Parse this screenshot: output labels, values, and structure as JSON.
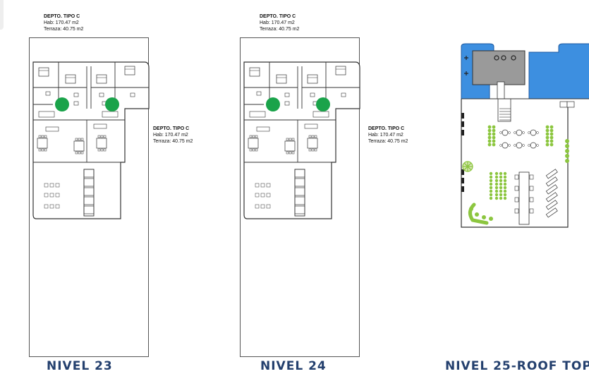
{
  "levels": [
    {
      "title": "NIVEL 23",
      "unit_left": {
        "type": "DEPTO.  TIPO C",
        "hab": "Hab: 170.47 m2",
        "terraza": "Terraza: 40.75 m2"
      },
      "unit_right": {
        "type": "DEPTO.  TIPO C",
        "hab": "Hab: 170.47 m2",
        "terraza": "Terraza: 40.75 m2"
      }
    },
    {
      "title": "NIVEL 24",
      "unit_left": {
        "type": "DEPTO.  TIPO C",
        "hab": "Hab: 170.47 m2",
        "terraza": "Terraza: 40.75 m2"
      },
      "unit_right": {
        "type": "DEPTO.  TIPO C",
        "hab": "Hab: 170.47 m2",
        "terraza": "Terraza: 40.75 m2"
      }
    },
    {
      "title": "NIVEL 25-ROOF TOP"
    }
  ],
  "colors": {
    "title": "#24406e",
    "marker": "#1aa34a",
    "pool": "#3d8fe0",
    "plants": "#8cc63f",
    "wall": "#333333"
  }
}
